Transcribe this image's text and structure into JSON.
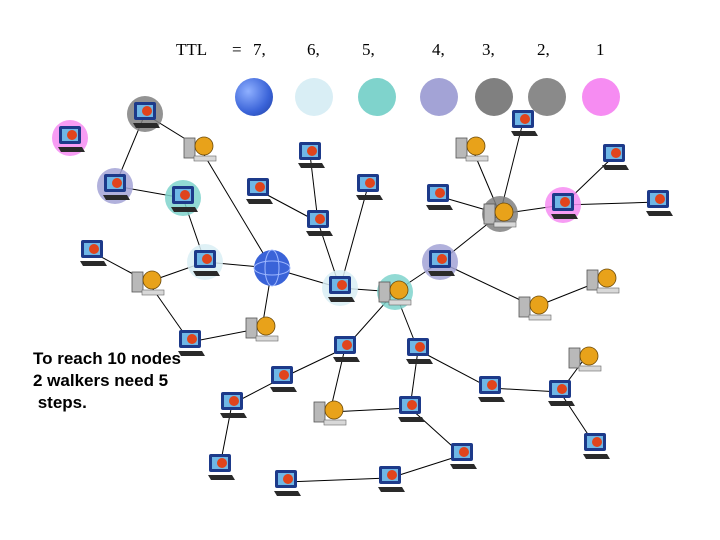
{
  "ttl_legend": {
    "label": "TTL",
    "equals": "=",
    "values": [
      "7,",
      "6,",
      "5,",
      "4,",
      "3,",
      "2,",
      "1"
    ],
    "colors": [
      "#3a63d8",
      "#d9eef5",
      "#7fd3cc",
      "#a3a3d6",
      "#808080",
      "#8a8a8a",
      "#f68cf2"
    ]
  },
  "caption": {
    "line1": "To reach 10 nodes",
    "line2": "2 walkers need 5",
    "line3": " steps."
  },
  "colors": {
    "edge": "#000000",
    "globe": "#3a63d8",
    "ttl6": "#d9eef5",
    "ttl5": "#7fd3cc",
    "ttl4": "#a3a3d6",
    "ttl3": "#808080",
    "ttl1": "#f68cf2",
    "monitor_frame": "#1d3a8a",
    "keyboard": "#2a2a2a",
    "mascot": "#e8a21a"
  }
}
